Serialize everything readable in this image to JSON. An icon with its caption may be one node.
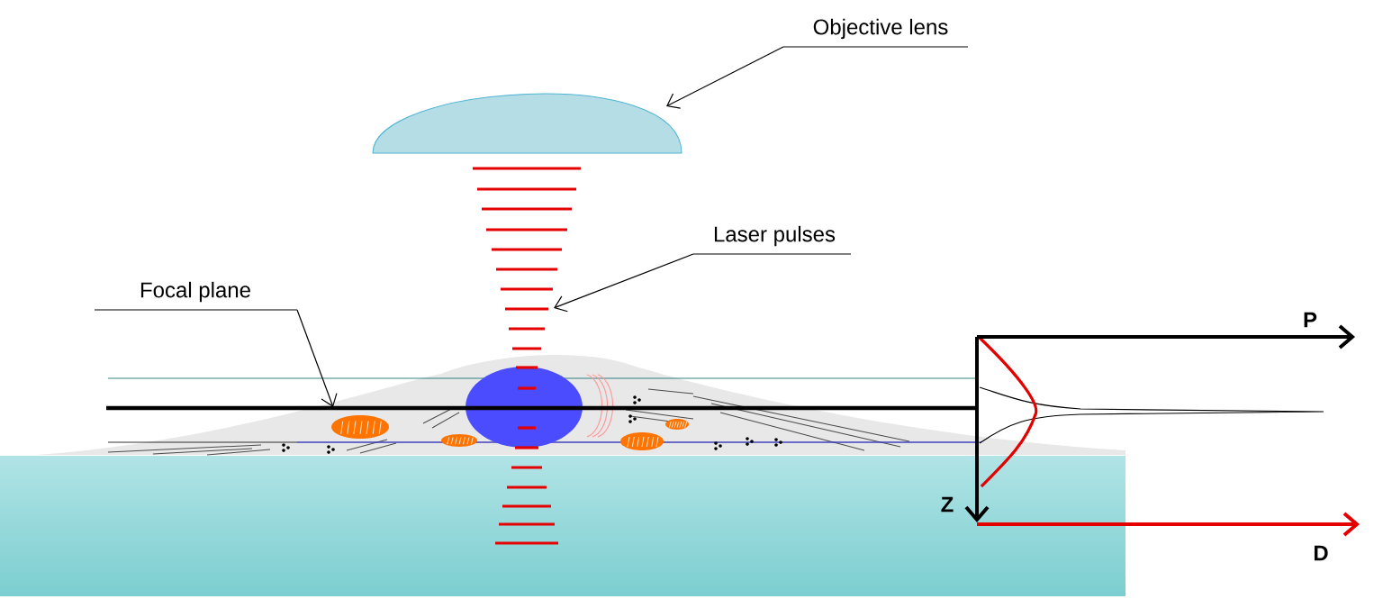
{
  "diagram": {
    "nodes": [
      {
        "text": [
          "Objective lens"
        ]
      },
      {
        "text": [],
        "shape": "lens"
      },
      {
        "text": [
          "Laser pulses"
        ]
      },
      {
        "text": [
          "Focal plane"
        ]
      },
      {
        "text": [],
        "shape": "picture"
      },
      {
        "text": [],
        "shape": "line"
      }
    ],
    "edges": [
      {
        "from": 0,
        "to": 1,
        "arrow": "to"
      },
      {
        "from": 2,
        "to": 4,
        "arrow": "to"
      },
      {
        "from": 3,
        "to": 5,
        "arrow": "to"
      }
    ],
    "labels": [
      "P",
      "Z",
      "D"
    ]
  }
}
